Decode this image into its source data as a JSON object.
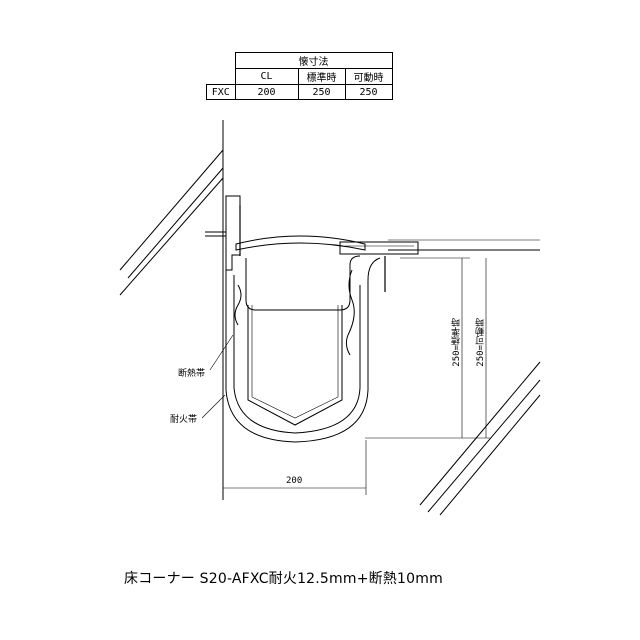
{
  "table": {
    "title": "懐寸法",
    "headers": [
      "CL",
      "標準時",
      "可動時"
    ],
    "row": {
      "label": "FXC",
      "values": [
        "200",
        "250",
        "250"
      ]
    }
  },
  "labels": {
    "insulation_band": "断熱帯",
    "fire_band": "耐火帯",
    "dim_standard": "250=標準時",
    "dim_movable": "250=可動時",
    "dim_width": "200"
  },
  "caption": {
    "text": "床コーナー S20-AFXC耐火12.5mm+断熱10mm"
  }
}
